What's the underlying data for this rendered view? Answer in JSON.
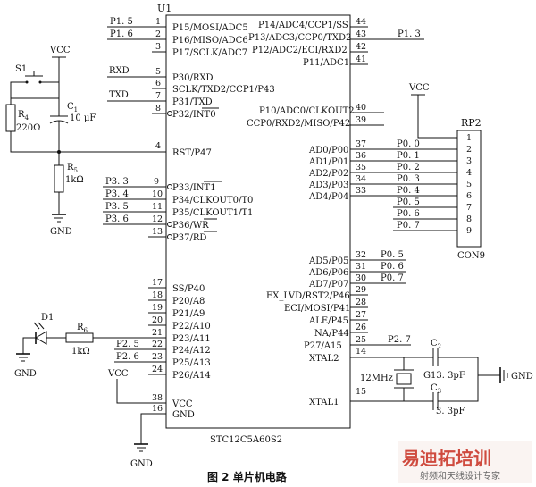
{
  "chip": {
    "ref": "U1",
    "part": "STC12C5A60S2"
  },
  "left_pins": [
    {
      "num": "1",
      "name": "P15/MOSI/ADC5",
      "net": "P1. 5"
    },
    {
      "num": "2",
      "name": "P16/MISO/ADC6",
      "net": "P1. 6"
    },
    {
      "num": "3",
      "name": "P17/SCLK/ADC7",
      "net": ""
    },
    {
      "num": "5",
      "name": "P30/RXD",
      "net": "RXD"
    },
    {
      "num": "6",
      "name": "SCLK/TXD2/CCP1/P43",
      "net": ""
    },
    {
      "num": "7",
      "name": "P31/TXD",
      "net": "TXD"
    },
    {
      "num": "8",
      "name": "P32/INT0",
      "net": ""
    },
    {
      "num": "4",
      "name": "RST/P47",
      "net": ""
    },
    {
      "num": "9",
      "name": "P33/INT1",
      "net": "P3. 3"
    },
    {
      "num": "10",
      "name": "P34/CLKOUT0/T0",
      "net": "P3. 4"
    },
    {
      "num": "11",
      "name": "P35/CLKOUT1/T1",
      "net": "P3. 5"
    },
    {
      "num": "12",
      "name": "P36/WR",
      "net": "P3. 6"
    },
    {
      "num": "13",
      "name": "P37/RD",
      "net": ""
    },
    {
      "num": "17",
      "name": "SS/P40",
      "net": ""
    },
    {
      "num": "18",
      "name": "P20/A8",
      "net": ""
    },
    {
      "num": "19",
      "name": "P21/A9",
      "net": ""
    },
    {
      "num": "20",
      "name": "P22/A10",
      "net": ""
    },
    {
      "num": "21",
      "name": "P23/A11",
      "net": ""
    },
    {
      "num": "22",
      "name": "P24/A12",
      "net": "P2. 5"
    },
    {
      "num": "23",
      "name": "P25/A13",
      "net": "P2. 6"
    },
    {
      "num": "24",
      "name": "P26/A14",
      "net": ""
    },
    {
      "num": "38",
      "name": "VCC",
      "net": ""
    },
    {
      "num": "16",
      "name": "GND",
      "net": ""
    }
  ],
  "right_pins": [
    {
      "num": "44",
      "name": "P14/ADC4/CCP1/SS",
      "net": ""
    },
    {
      "num": "43",
      "name": "P13/ADC3/CCP0/TXD2",
      "net": "P1. 3"
    },
    {
      "num": "42",
      "name": "P12/ADC2/ECI/RXD2",
      "net": ""
    },
    {
      "num": "41",
      "name": "P11/ADC1",
      "net": ""
    },
    {
      "num": "40",
      "name": "P10/ADC0/CLKOUT2",
      "net": ""
    },
    {
      "num": "39",
      "name": "CCP0/RXD2/MISO/P42",
      "net": ""
    },
    {
      "num": "37",
      "name": "AD0/P00",
      "net": "P0. 0"
    },
    {
      "num": "36",
      "name": "AD1/P01",
      "net": "P0. 1"
    },
    {
      "num": "35",
      "name": "AD2/P02",
      "net": "P0. 2"
    },
    {
      "num": "34",
      "name": "AD3/P03",
      "net": "P0. 3"
    },
    {
      "num": "33",
      "name": "AD4/P04",
      "net": "P0. 4"
    },
    {
      "num": "32",
      "name": "AD5/P05",
      "net": "P0. 5"
    },
    {
      "num": "31",
      "name": "AD6/P06",
      "net": "P0. 6"
    },
    {
      "num": "30",
      "name": "AD7/P07",
      "net": "P0. 7"
    },
    {
      "num": "29",
      "name": "EX_LVD/RST2/P46",
      "net": ""
    },
    {
      "num": "28",
      "name": "ECI/MOSI/P41",
      "net": ""
    },
    {
      "num": "27",
      "name": "ALE/P45",
      "net": ""
    },
    {
      "num": "26",
      "name": "NA/P44",
      "net": ""
    },
    {
      "num": "25",
      "name": "P27/A15",
      "net": "P2. 7"
    },
    {
      "num": "14",
      "name": "XTAL2",
      "net": ""
    },
    {
      "num": "15",
      "name": "XTAL1",
      "net": ""
    }
  ],
  "connector": {
    "ref": "RP2",
    "part": "CON9",
    "pins": [
      "1",
      "2",
      "3",
      "4",
      "5",
      "6",
      "7",
      "8",
      "9"
    ],
    "nets": [
      "P0. 0",
      "P0. 1",
      "P0. 2",
      "P0. 3",
      "P0. 4",
      "P0. 5",
      "P0. 6",
      "P0. 7"
    ]
  },
  "components": {
    "vcc": "VCC",
    "gnd": "GND",
    "s1": "S1",
    "r4": "R",
    "r4_sub": "4",
    "r4_val": "220Ω",
    "c1": "C",
    "c1_sub": "1",
    "c1_val": "10 μF",
    "r5": "R",
    "r5_sub": "5",
    "r5_val": "1kΩ",
    "d1": "D1",
    "r6": "R",
    "r6_sub": "6",
    "r6_val": "1kΩ",
    "crystal": "12MHz",
    "c2": "C",
    "c2_sub": "2",
    "c2_val": "G13. 3pF",
    "c3": "C",
    "c3_sub": "3",
    "c3_val": "3. 3pF"
  },
  "caption": "图 2   单片机电路",
  "watermark": {
    "title": "易迪拓培训",
    "subtitle": "射频和天线设计专家"
  }
}
